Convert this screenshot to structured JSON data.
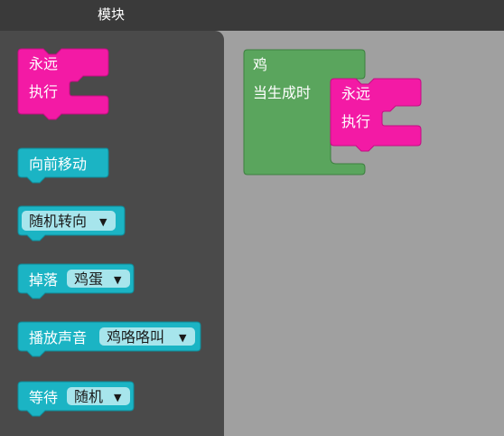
{
  "header": {
    "title": "模块"
  },
  "palette": {
    "forever": {
      "line1": "永远",
      "line2": "执行"
    },
    "move_forward": {
      "label": "向前移动"
    },
    "turn_random": {
      "label": "随机转向"
    },
    "drop": {
      "label": "掉落",
      "option": "鸡蛋"
    },
    "play_sound": {
      "label": "播放声音",
      "option": "鸡咯咯叫"
    },
    "wait": {
      "label": "等待",
      "option": "随机"
    },
    "dropdown_arrow": "▼"
  },
  "workspace": {
    "chicken_block": {
      "title": "鸡",
      "event": "当生成时"
    },
    "forever": {
      "line1": "永远",
      "line2": "执行"
    }
  },
  "colors": {
    "header_bg": "#3a3a3a",
    "palette_bg": "#4a4a4a",
    "workspace_bg": "#a0a0a0",
    "control_pink": "#f31aa5",
    "action_teal": "#1bb4c4",
    "event_green": "#5aa55d",
    "dropdown_bg": "#a7e5ec"
  },
  "icons": {
    "dropdown": "chevron-down-icon"
  }
}
